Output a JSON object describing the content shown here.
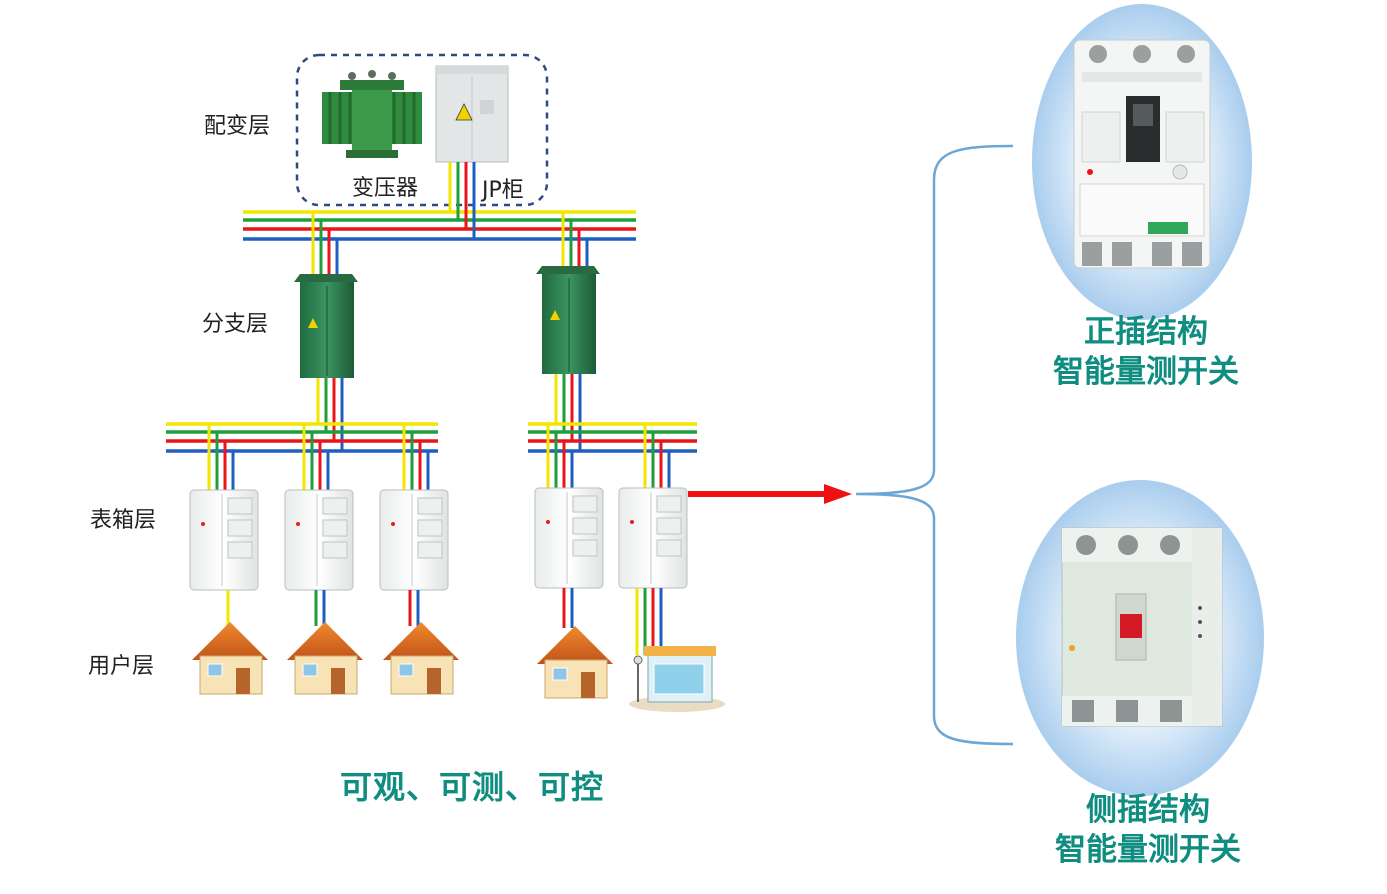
{
  "layers": {
    "distribution": "配变层",
    "branch": "分支层",
    "meter_box": "表箱层",
    "user": "用户层"
  },
  "devices": {
    "transformer": "变压器",
    "jp_cabinet": "JP柜"
  },
  "tagline": "可观、可测、可控",
  "products": [
    {
      "line1": "正插结构",
      "line2": "智能量测开关"
    },
    {
      "line1": "侧插结构",
      "line2": "智能量测开关"
    }
  ],
  "wire_colors": {
    "yellow": "#f2e600",
    "green": "#1f9e3b",
    "red": "#e8151b",
    "blue": "#1d5fbf"
  },
  "colors": {
    "accent_text": "#0e8d80",
    "arrow": "#ee1111",
    "bracket": "#6aa6d6",
    "cabinet_green": "#2b7a4a"
  }
}
